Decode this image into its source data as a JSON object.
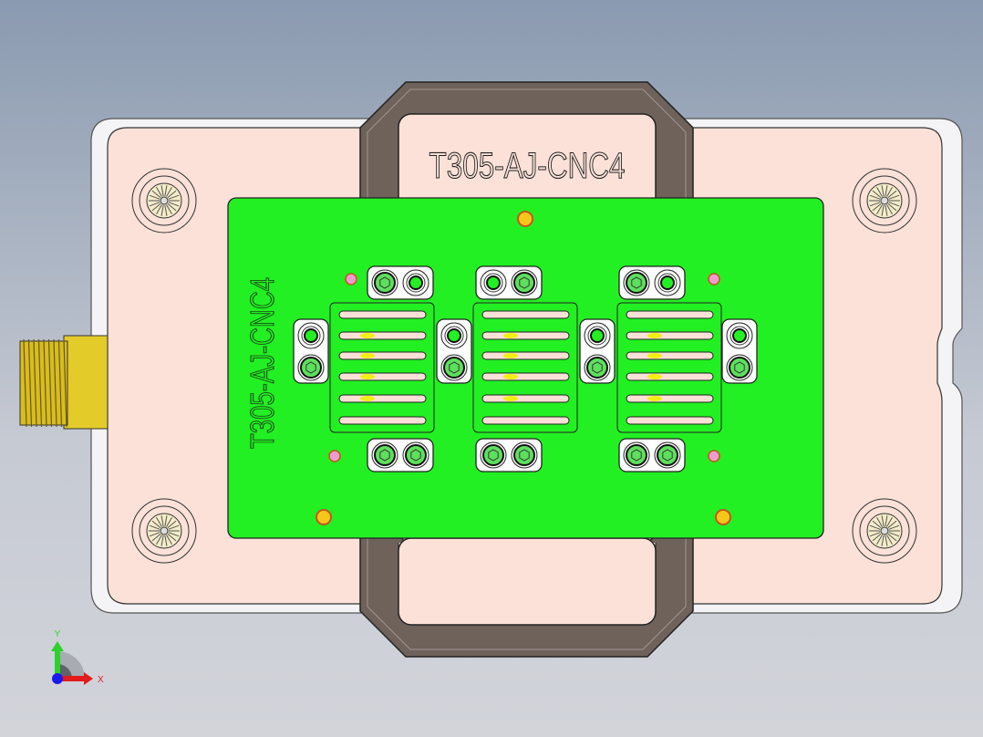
{
  "viewport": {
    "handle_label": "T305-AJ-CNC4",
    "board_label": "T305-AJ-CNC4",
    "triad": {
      "x_label": "X",
      "y_label": "Y"
    }
  },
  "colors": {
    "background_top": "#8a9ab0",
    "background_bottom": "#d2d4da",
    "base_plate": "#fbe1d7",
    "handle": "#6e625b",
    "board": "#22f022",
    "connector": "#e3cb2a",
    "x_axis": "#e21b1b",
    "y_axis": "#2bd22b",
    "z_axis": "#1a1aee"
  }
}
